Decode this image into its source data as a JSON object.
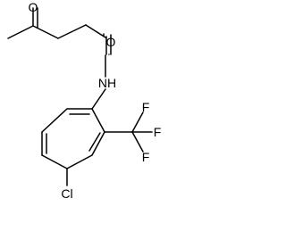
{
  "molecule": {
    "atoms": {
      "oxygen_ketone": "O",
      "oxygen_amide": "O",
      "nitrogen": "NH",
      "chlorine": "Cl",
      "fluorine_top": "F",
      "fluorine_right": "F",
      "fluorine_bottom": "F"
    }
  }
}
